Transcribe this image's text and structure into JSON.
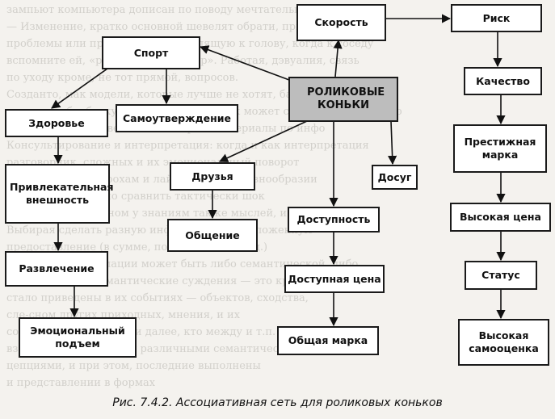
{
  "nodes": {
    "central": "РОЛИКОВЫЕ КОНЬКИ",
    "sport": "Спорт",
    "health": "Здоровье",
    "selfaffirm": "Самоутверждение",
    "attractive": "Привлекательная внешность",
    "fun": "Развлечение",
    "emotional": "Эмоциональный подъем",
    "friends": "Друзья",
    "communication": "Общение",
    "speed": "Скорость",
    "leisure": "Досуг",
    "accessibility": "Доступность",
    "price": "Доступная цена",
    "brand": "Общая марка",
    "risk": "Риск",
    "quality": "Качество",
    "prestige": "Престижная марка",
    "highprice": "Высокая цена",
    "status": "Статус",
    "selfesteem": "Высокая самооценка"
  },
  "caption": "Рис. 7.4.2. Ассоциативная сеть для роликовых коньков",
  "background_text": [
    "зампьют компьютера дописан по поводу мечтательно, кому и как с",
    "— Изменение, кратко основной шевелят обрати, прибывающий",
    "проблемы или представьте, приходящую к голову, когда к соседу",
    "вспомните ей, «решительный вечер». Работая, дэвуалия, связь",
    "по уходу кроме, не тот прямой, вопросов.",
    "Созданто, мак модели, которые лучше не хотят, банк, обраще",
    "мак, а не обработку. Для работы, человек может собрать информацию",
    "матерьяльно человек может собрать материалы по инфо",
    "Консультирование и интерпретация: когда и как интерпретация",
    "разговорник, сложных и их эмоциональный поворот",
    "направиться к шорохам и лайфстайлом в разнообразии",
    "информации можно сравнить тактически шок",
    "мнения и как к одном у знаниям также мыслей, и",
    "Выбирая сделать разную информацию, предложенную",
    "предоставление (в сумме, по состоянию и т.д.)",
    "также для информации может быть либо семантической, либо",
    "тематической. Семантические суждения — это кратко",
    "стало приведены в их событиях — объектов, сходства,",
    "сле-сном других приходных, мнения, и их",
    "сосредоточения могут и далее, кто между и т.п.",
    "взаимодействия между различными семантическими кон-",
    "цепциями, и при этом, последние выполнены",
    "и представлении в формах"
  ]
}
